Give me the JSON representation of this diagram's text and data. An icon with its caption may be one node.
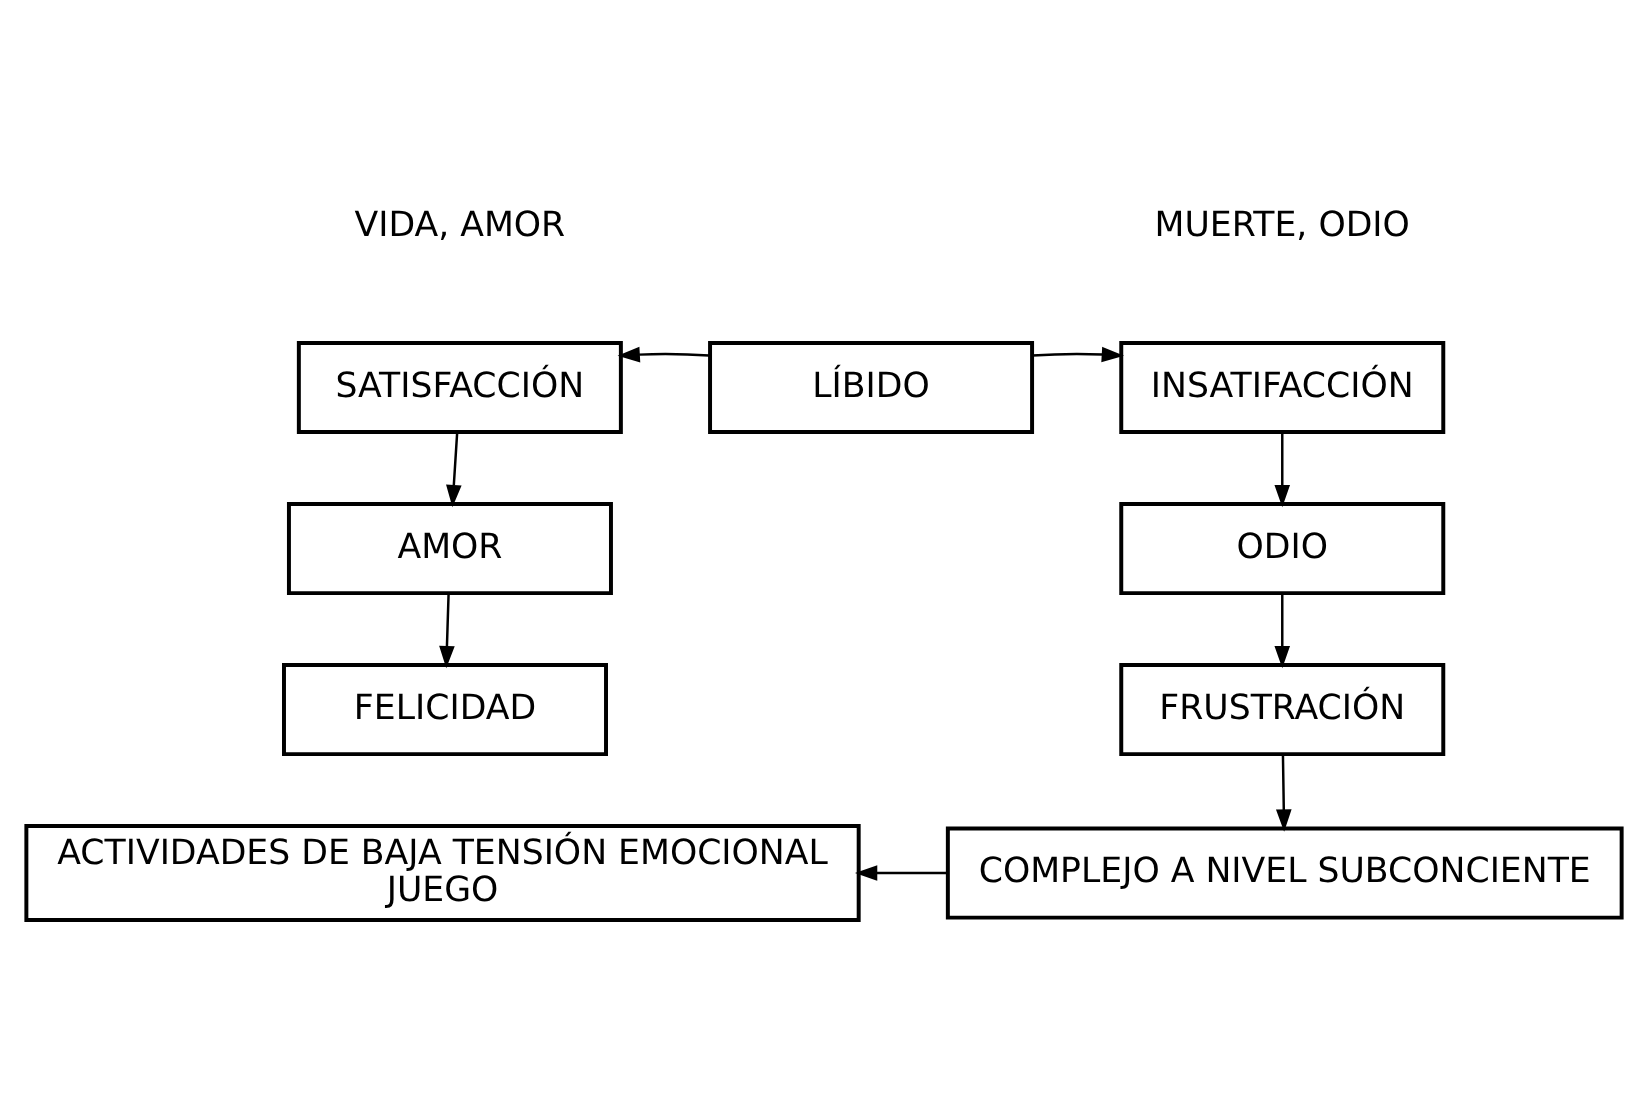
{
  "diagram": {
    "nodes": [
      {
        "text": [
          "LÍBIDO"
        ]
      },
      {
        "text": [
          "SATISFACCIÓN"
        ]
      },
      {
        "text": [
          "AMOR"
        ]
      },
      {
        "text": [
          "FELICIDAD"
        ]
      },
      {
        "text": [
          "INSATIFACCIÓN"
        ]
      },
      {
        "text": [
          "ODIO"
        ]
      },
      {
        "text": [
          "FRUSTRACIÓN"
        ]
      },
      {
        "text": [
          "COMPLEJO A NIVEL SUBCONCIENTE"
        ]
      },
      {
        "text": [
          "ACTIVIDADES DE BAJA TENSIÓN EMOCIONAL",
          "JUEGO"
        ]
      }
    ],
    "edges": [
      {
        "from": 0,
        "to": 1,
        "arrow": "to"
      },
      {
        "from": 0,
        "to": 4,
        "arrow": "to"
      },
      {
        "from": 1,
        "to": 2,
        "arrow": "to"
      },
      {
        "from": 2,
        "to": 3,
        "arrow": "to"
      },
      {
        "from": 4,
        "to": 5,
        "arrow": "to"
      },
      {
        "from": 5,
        "to": 6,
        "arrow": "to"
      },
      {
        "from": 6,
        "to": 7,
        "arrow": "to"
      },
      {
        "from": 7,
        "to": 8,
        "arrow": "to"
      }
    ],
    "labels": [
      "VIDA, AMOR",
      "MUERTE, ODIO"
    ]
  }
}
